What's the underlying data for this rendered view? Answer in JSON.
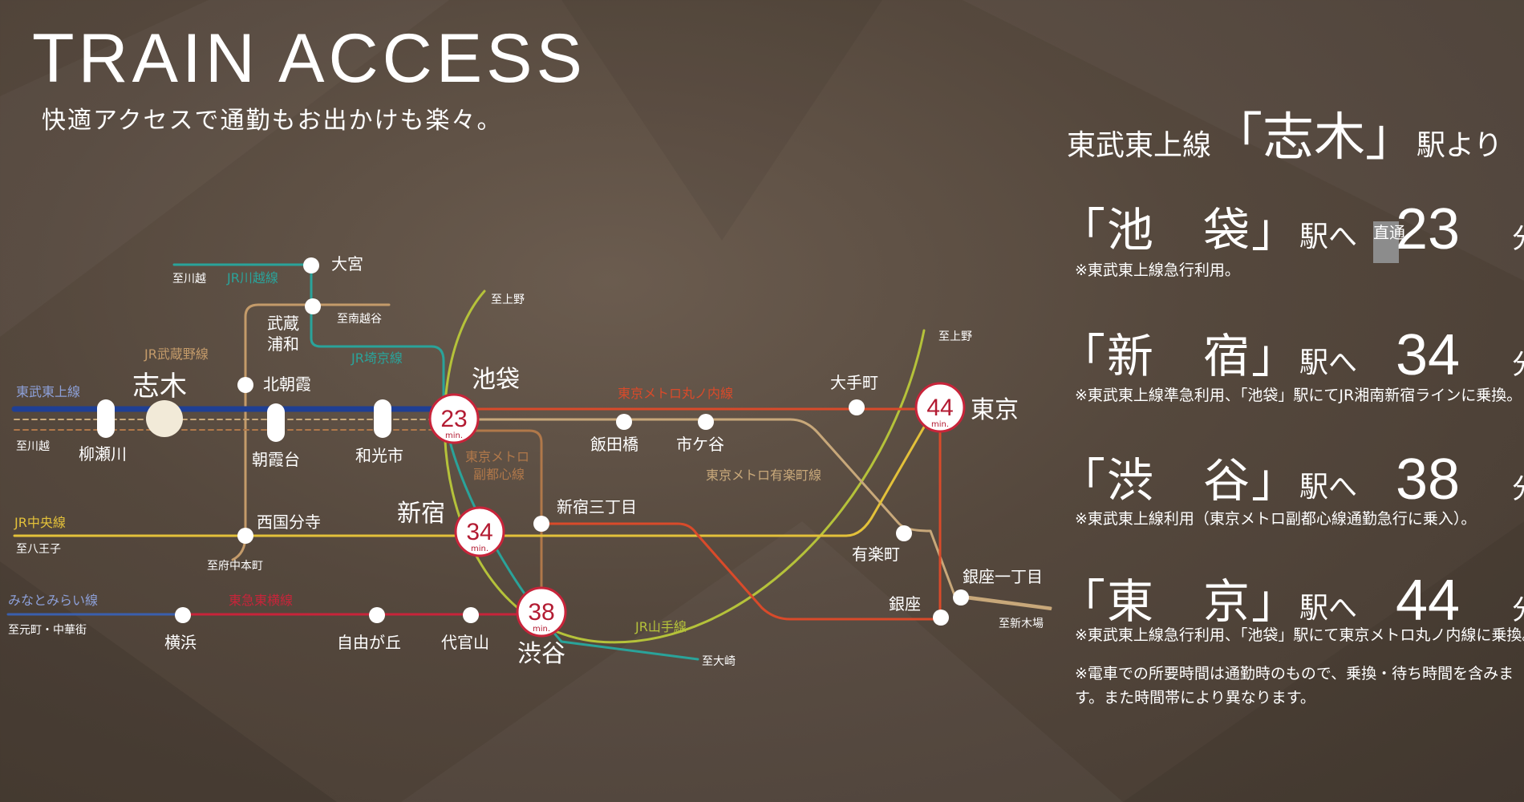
{
  "header": {
    "title": "TRAIN ACCESS",
    "subtitle": "快適アクセスで通勤もお出かけも楽々。"
  },
  "access": {
    "from_line": "東武東上線",
    "from_station": "「志木」",
    "from_suffix": "駅より",
    "destinations": [
      {
        "name": "「池　袋」",
        "suffix": "駅へ",
        "badge": "直通",
        "minutes": "23",
        "unit": "分",
        "note": "※東武東上線急行利用。"
      },
      {
        "name": "「新　宿」",
        "suffix": "駅へ",
        "minutes": "34",
        "unit": "分",
        "note": "※東武東上線準急利用、「池袋」駅にてJR湘南新宿ラインに乗換。"
      },
      {
        "name": "「渋　谷」",
        "suffix": "駅へ",
        "minutes": "38",
        "unit": "分",
        "note": "※東武東上線利用（東京メトロ副都心線通勤急行に乗入）。"
      },
      {
        "name": "「東　京」",
        "suffix": "駅へ",
        "minutes": "44",
        "unit": "分",
        "note": "※東武東上線急行利用、「池袋」駅にて東京メトロ丸ノ内線に乗換。"
      }
    ],
    "footnote": "※電車での所要時間は通勤時のもので、乗換・待ち時間を含みます。また時間帯により異なります。"
  },
  "map": {
    "colors": {
      "tobu": "#1f3f94",
      "kawagoe": "#2aa39a",
      "saikyo": "#2aa39a",
      "musashino": "#c49b6a",
      "marunouchi": "#d94a2a",
      "yurakucho": "#c8a87a",
      "fukutoshin": "#b0784a",
      "chuo": "#e3c13a",
      "yamanote": "#b5c23a",
      "minatomirai": "#3a5fae",
      "toyoko": "#c8243a",
      "keiyo": "#c8a87a"
    },
    "line_labels": [
      {
        "id": "tobu",
        "text": "東武東上線"
      },
      {
        "id": "kawagoe",
        "text": "JR川越線"
      },
      {
        "id": "saikyo",
        "text": "JR埼京線"
      },
      {
        "id": "musashino",
        "text": "JR武蔵野線"
      },
      {
        "id": "marunouchi",
        "text": "東京メトロ丸ノ内線"
      },
      {
        "id": "yurakucho",
        "text": "東京メトロ有楽町線"
      },
      {
        "id": "fukutoshin1",
        "text": "東京メトロ"
      },
      {
        "id": "fukutoshin2",
        "text": "副都心線"
      },
      {
        "id": "chuo",
        "text": "JR中央線"
      },
      {
        "id": "yamanote",
        "text": "JR山手線"
      },
      {
        "id": "minatomirai",
        "text": "みなとみらい線"
      },
      {
        "id": "toyoko",
        "text": "東急東横線"
      }
    ],
    "destinations_small": [
      {
        "id": "kawagoe",
        "text": "至川越"
      },
      {
        "id": "minamikoshigaya",
        "text": "至南越谷"
      },
      {
        "id": "ueno1",
        "text": "至上野"
      },
      {
        "id": "ueno2",
        "text": "至上野"
      },
      {
        "id": "kawagoe2",
        "text": "至川越"
      },
      {
        "id": "hachioji",
        "text": "至八王子"
      },
      {
        "id": "fuchu",
        "text": "至府中本町"
      },
      {
        "id": "motomachi",
        "text": "至元町・中華街"
      },
      {
        "id": "osaki",
        "text": "至大崎"
      },
      {
        "id": "shinkiba",
        "text": "至新木場"
      }
    ],
    "stations": [
      {
        "id": "omiya",
        "text": "大宮"
      },
      {
        "id": "musashiurawa1",
        "text": "武蔵"
      },
      {
        "id": "musashiurawa2",
        "text": "浦和"
      },
      {
        "id": "kitaasaka",
        "text": "北朝霞"
      },
      {
        "id": "shiki",
        "text": "志木"
      },
      {
        "id": "yanasegawa",
        "text": "柳瀬川"
      },
      {
        "id": "asakadai",
        "text": "朝霞台"
      },
      {
        "id": "wakoshi",
        "text": "和光市"
      },
      {
        "id": "ikebukuro",
        "text": "池袋"
      },
      {
        "id": "iidabashi",
        "text": "飯田橋"
      },
      {
        "id": "ichigaya",
        "text": "市ケ谷"
      },
      {
        "id": "otemachi",
        "text": "大手町"
      },
      {
        "id": "tokyo",
        "text": "東京"
      },
      {
        "id": "nishikokubunji",
        "text": "西国分寺"
      },
      {
        "id": "shinjuku",
        "text": "新宿"
      },
      {
        "id": "shinjuku3",
        "text": "新宿三丁目"
      },
      {
        "id": "yurakucho",
        "text": "有楽町"
      },
      {
        "id": "ginza1",
        "text": "銀座一丁目"
      },
      {
        "id": "ginza",
        "text": "銀座"
      },
      {
        "id": "yokohama",
        "text": "横浜"
      },
      {
        "id": "jiyugaoka",
        "text": "自由が丘"
      },
      {
        "id": "daikanyama",
        "text": "代官山"
      },
      {
        "id": "shibuya",
        "text": "渋谷"
      }
    ],
    "time_badges": [
      {
        "id": "ikebukuro",
        "minutes": "23",
        "unit": "min."
      },
      {
        "id": "shinjuku",
        "minutes": "34",
        "unit": "min."
      },
      {
        "id": "shibuya",
        "minutes": "38",
        "unit": "min."
      },
      {
        "id": "tokyo",
        "minutes": "44",
        "unit": "min."
      }
    ]
  }
}
